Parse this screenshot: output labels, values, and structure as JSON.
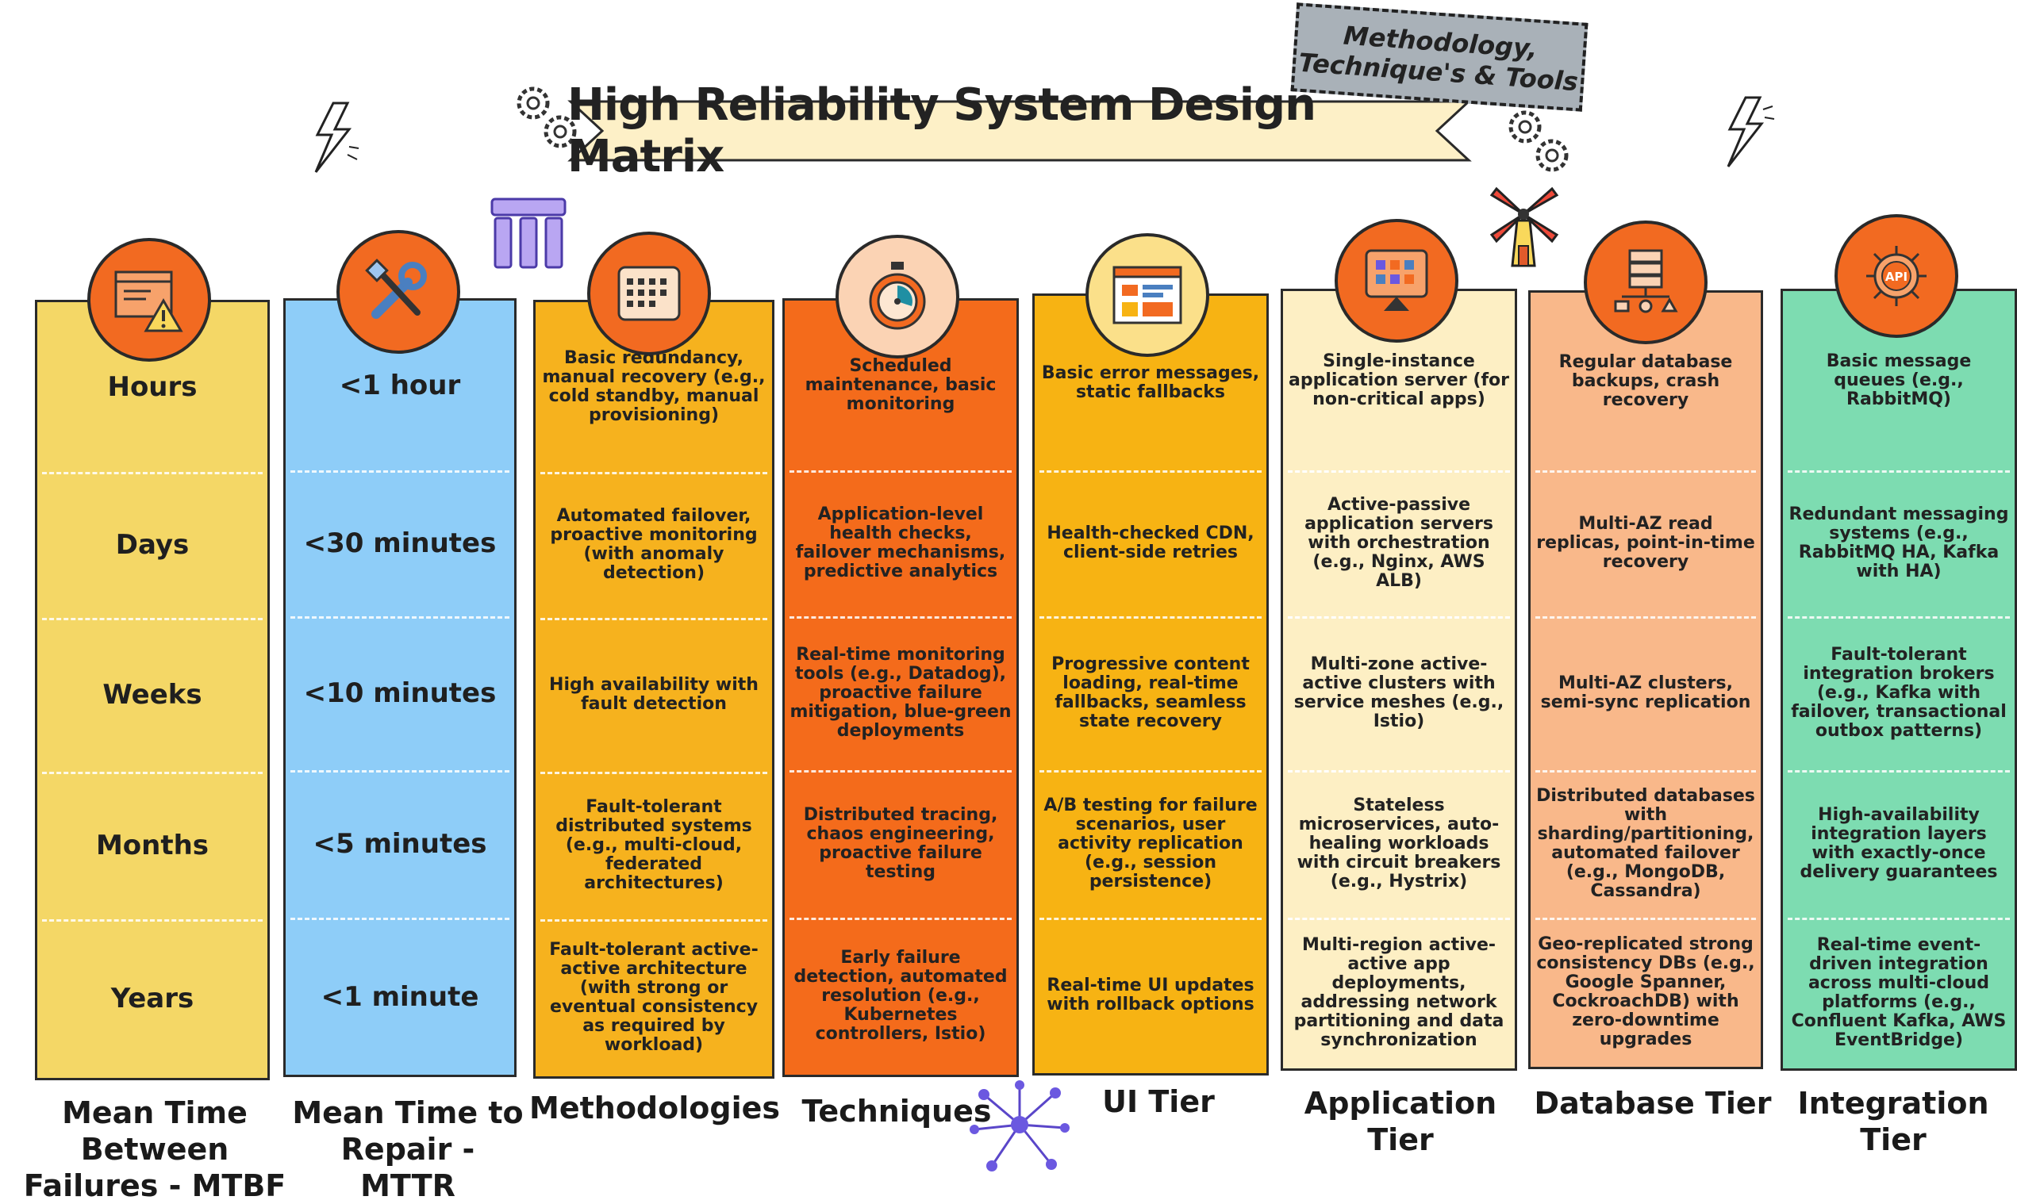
{
  "title": "High Reliability System Design Matrix",
  "stamp": {
    "line1": "Methodology,",
    "line2": "Technique's & Tools"
  },
  "columns": {
    "mtbf": {
      "label_line1": "Mean Time Between",
      "label_line2": "Failures - MTBF",
      "color": "#f4d766",
      "rows": [
        "Hours",
        "Days",
        "Weeks",
        "Months",
        "Years"
      ]
    },
    "mttr": {
      "label_line1": "Mean Time to",
      "label_line2": "Repair - MTTR",
      "color": "#8ecdf8",
      "rows": [
        "<1 hour",
        "<30 minutes",
        "<10 minutes",
        "<5 minutes",
        "<1 minute"
      ]
    },
    "methodologies": {
      "label": "Methodologies",
      "color": "#f6b21e",
      "rows": [
        "Basic redundancy, manual recovery (e.g., cold standby, manual provisioning)",
        "Automated failover, proactive monitoring (with anomaly detection)",
        "High availability with fault detection",
        "Fault-tolerant distributed systems (e.g., multi-cloud, federated architectures)",
        "Fault-tolerant active-active architecture (with strong or eventual consistency as required by workload)"
      ]
    },
    "techniques": {
      "label": "Techniques",
      "color": "#f46b1b",
      "rows": [
        "Scheduled maintenance, basic monitoring",
        "Application-level health checks, failover mechanisms, predictive analytics",
        "Real-time monitoring tools (e.g., Datadog), proactive failure mitigation, blue-green deployments",
        "Distributed tracing, chaos engineering, proactive failure testing",
        "Early failure detection, automated resolution (e.g., Kubernetes controllers, Istio)"
      ]
    },
    "ui": {
      "label": "UI Tier",
      "color": "#f7b313",
      "rows": [
        "Basic error messages, static fallbacks",
        "Health-checked CDN, client-side retries",
        "Progressive content loading, real-time fallbacks, seamless state recovery",
        "A/B testing for failure scenarios, user activity replication (e.g., session persistence)",
        "Real-time UI updates with rollback options"
      ]
    },
    "app": {
      "label": "Application Tier",
      "color": "#fdefc4",
      "rows": [
        "Single-instance application server (for non-critical apps)",
        "Active-passive application servers with orchestration (e.g., Nginx, AWS ALB)",
        "Multi-zone active-active clusters with service meshes (e.g., Istio)",
        "Stateless microservices, auto-healing workloads with circuit breakers (e.g., Hystrix)",
        "Multi-region active-active app deployments, addressing network partitioning and data synchronization"
      ]
    },
    "db": {
      "label": "Database Tier",
      "color": "#f9b88a",
      "rows": [
        "Regular database backups, crash recovery",
        "Multi-AZ read replicas, point-in-time recovery",
        "Multi-AZ clusters, semi-sync replication",
        "Distributed databases with sharding/partitioning, automated failover (e.g., MongoDB, Cassandra)",
        "Geo-replicated strong consistency DBs (e.g., Google Spanner, CockroachDB) with zero-downtime upgrades"
      ]
    },
    "integration": {
      "label": "Integration Tier",
      "color": "#7ddcb1",
      "rows": [
        "Basic message queues (e.g., RabbitMQ)",
        "Redundant messaging systems (e.g., RabbitMQ HA, Kafka with HA)",
        "Fault-tolerant integration brokers (e.g., Kafka with failover, transactional outbox patterns)",
        "High-availability integration layers with exactly-once delivery guarantees",
        "Real-time event-driven integration across multi-cloud platforms (e.g., Confluent Kafka, AWS EventBridge)"
      ]
    }
  },
  "icons": {
    "mtbf": "browser-warning-icon",
    "mttr": "wrench-screwdriver-icon",
    "methodologies": "calendar-board-icon",
    "techniques": "stopwatch-icon",
    "ui": "ui-layout-icon",
    "app": "monitor-app-icon",
    "db": "server-database-icon",
    "integration": "api-gear-icon"
  },
  "api_badge": "API",
  "accent": "#f26a21"
}
